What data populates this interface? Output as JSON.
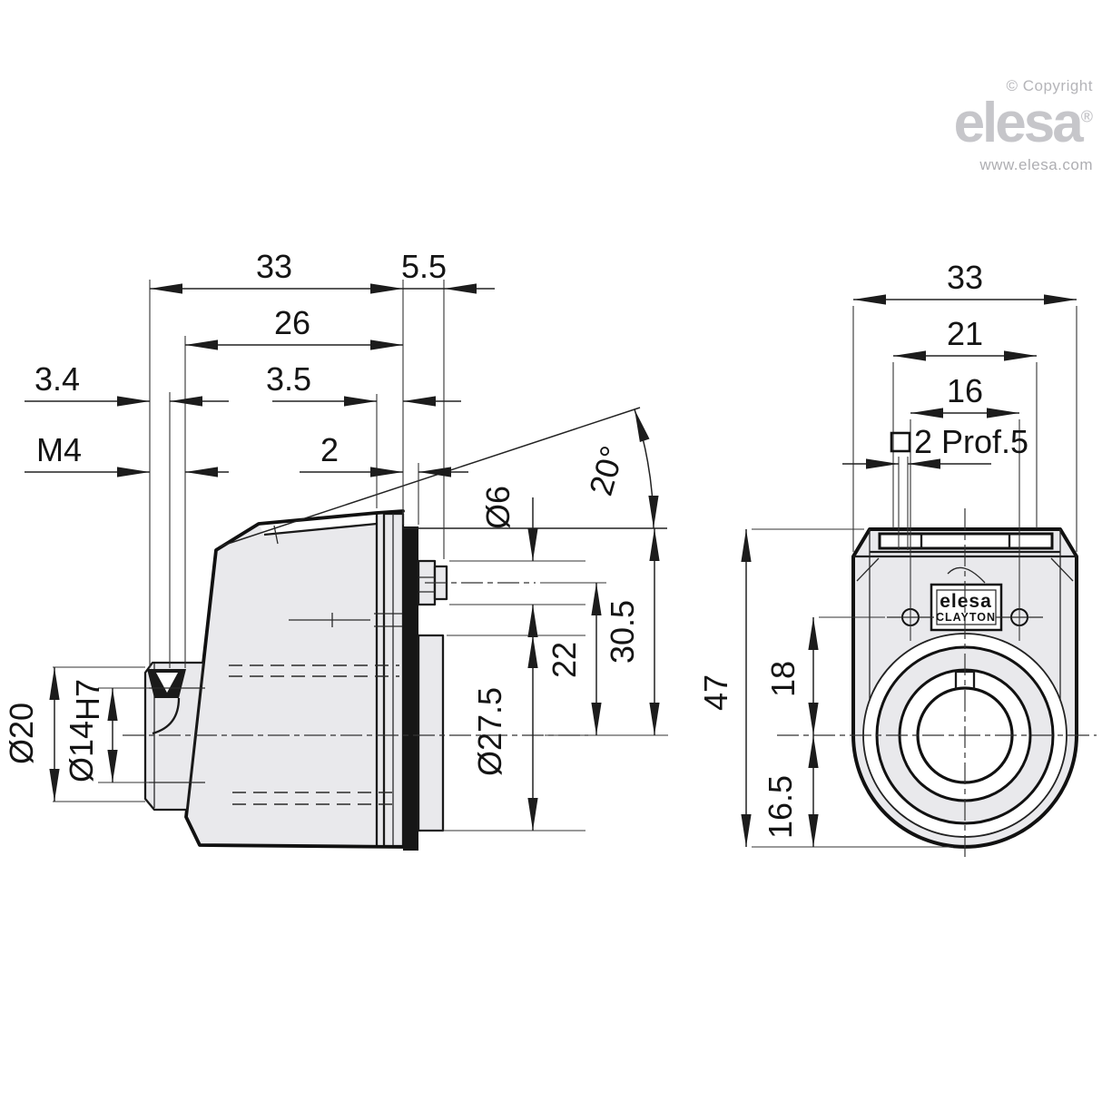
{
  "brand": {
    "copyright": "© Copyright",
    "logo": "elesa",
    "registered": "®",
    "website": "www.elesa.com"
  },
  "side_view": {
    "name": "side-section-view",
    "dims": {
      "overall_depth": "33",
      "rear_boss": "5.5",
      "body_depth": "26",
      "window_offset": "3.5",
      "screw_offset": "3.4",
      "screw_thread": "M4",
      "plate_thickness": "2",
      "face_angle": "20°",
      "shaft_dia": "Ø6",
      "height_to_center": "30.5",
      "knob_to_center": "22",
      "hub_dia": "Ø27.5",
      "boss_dia": "Ø20",
      "bore_dia": "Ø14",
      "bore_tolerance": "H7"
    }
  },
  "front_view": {
    "name": "front-view",
    "dims": {
      "overall_width": "33",
      "window_width": "21",
      "hole_spacing": "16",
      "key_slot": "2 Prof.5",
      "overall_height": "47",
      "hole_to_center": "18",
      "center_to_bottom": "16.5"
    },
    "label": {
      "brand": "elesa",
      "model": "CLAYTON"
    }
  }
}
